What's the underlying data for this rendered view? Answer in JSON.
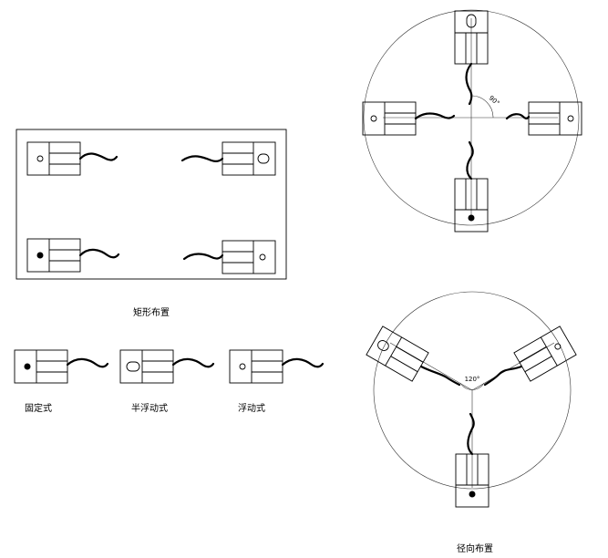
{
  "captions": {
    "rectangular": "矩形布置",
    "fixed": "固定式",
    "semi_floating": "半浮动式",
    "floating": "浮动式",
    "radial": "径向布置"
  },
  "angles": {
    "ninety": "90°",
    "one_twenty": "120°"
  },
  "colors": {
    "line": "#000000",
    "background": "#ffffff"
  }
}
